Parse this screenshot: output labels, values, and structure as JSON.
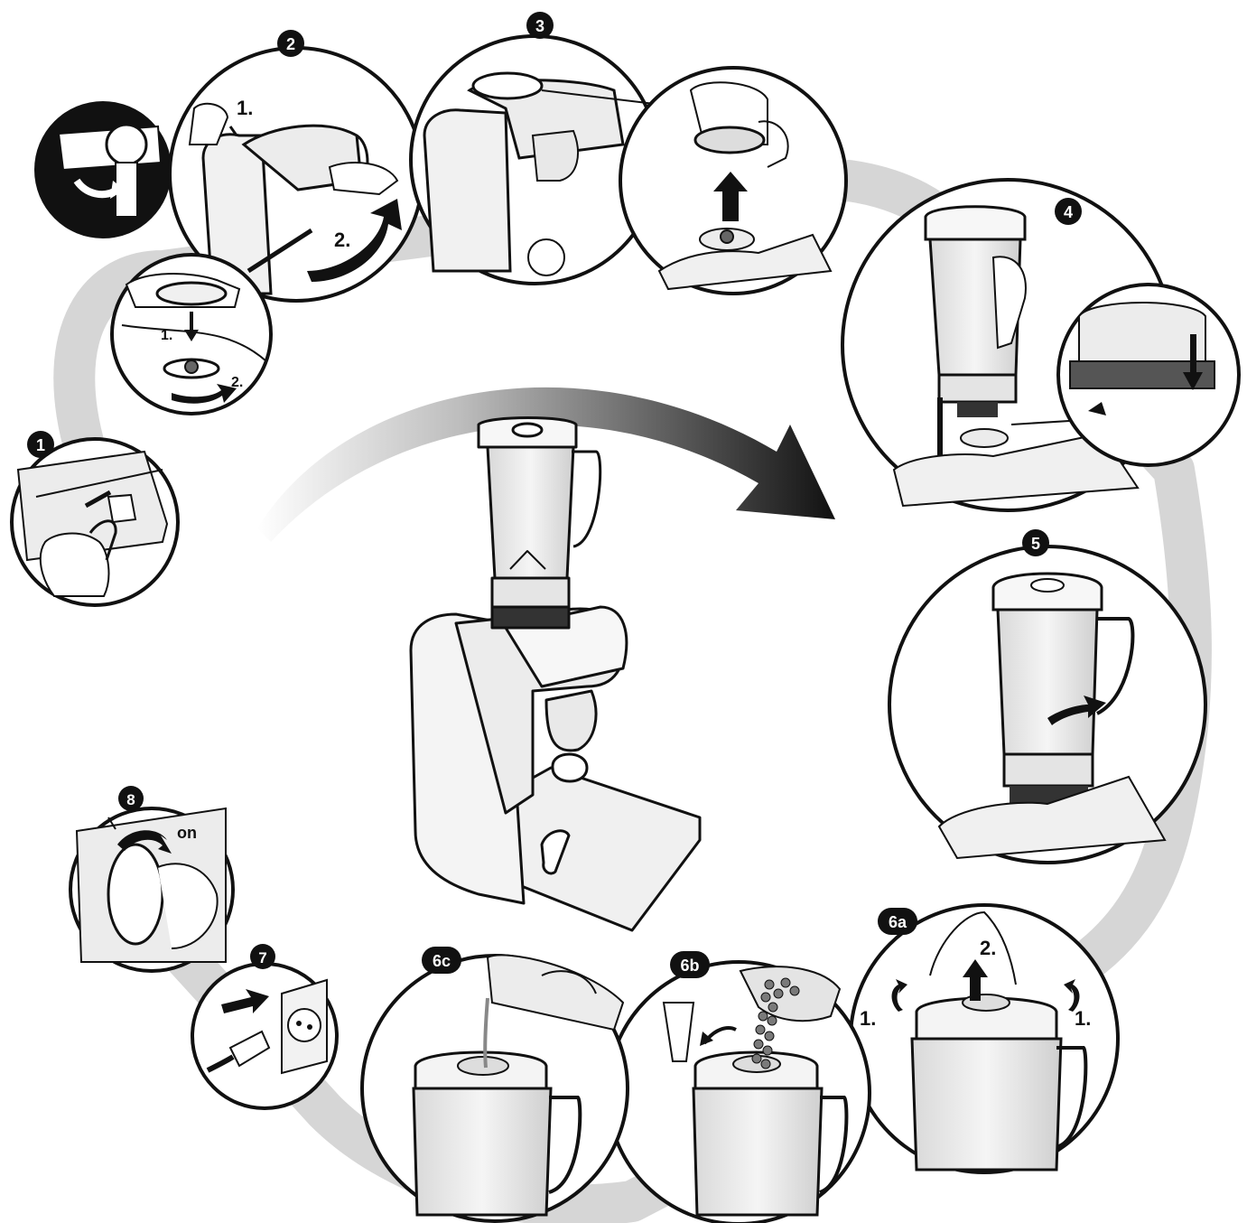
{
  "steps": [
    {
      "id": "1",
      "badge": "1"
    },
    {
      "id": "2",
      "badge": "2",
      "labels": [
        "1.",
        "2."
      ],
      "sub_labels": [
        "1.",
        "2."
      ]
    },
    {
      "id": "3",
      "badge": "3"
    },
    {
      "id": "4",
      "badge": "4"
    },
    {
      "id": "5",
      "badge": "5"
    },
    {
      "id": "6a",
      "badge": "6a",
      "labels": [
        "2.",
        "1.",
        "1."
      ]
    },
    {
      "id": "6b",
      "badge": "6b"
    },
    {
      "id": "6c",
      "badge": "6c"
    },
    {
      "id": "7",
      "badge": "7"
    },
    {
      "id": "8",
      "badge": "8",
      "labels": [
        "on"
      ]
    }
  ],
  "colors": {
    "line": "#111111",
    "shadow": "#d4d4d4",
    "badge": "#111111",
    "appliance": "#f2f2f2",
    "glass": "#e6e6e6"
  }
}
